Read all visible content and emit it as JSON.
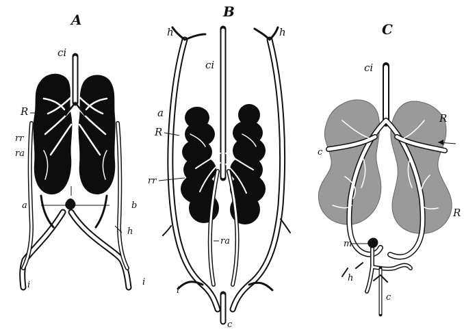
{
  "figure": {
    "panels": [
      {
        "id": "A",
        "title": "A",
        "labels": {
          "ci": "ci",
          "R": "R",
          "rr": "rr",
          "ra": "ra",
          "a": "a",
          "b": "b",
          "h": "h",
          "i_left": "i",
          "i_right": "i"
        }
      },
      {
        "id": "B",
        "title": "B",
        "labels": {
          "h_left": "h",
          "h_right": "h",
          "ci": "ci",
          "a": "a",
          "R": "R",
          "rr": "rr",
          "ra": "ra",
          "i": "i",
          "c": "c"
        }
      },
      {
        "id": "C",
        "title": "C",
        "labels": {
          "ci": "ci",
          "R_top": "R",
          "c_left": "c",
          "R_bottom": "R",
          "m": "m",
          "h": "h",
          "c_bottom": "c"
        }
      }
    ],
    "colors": {
      "ink": "#111111",
      "kidney_c": "#9a9a9a",
      "background": "#ffffff"
    }
  }
}
